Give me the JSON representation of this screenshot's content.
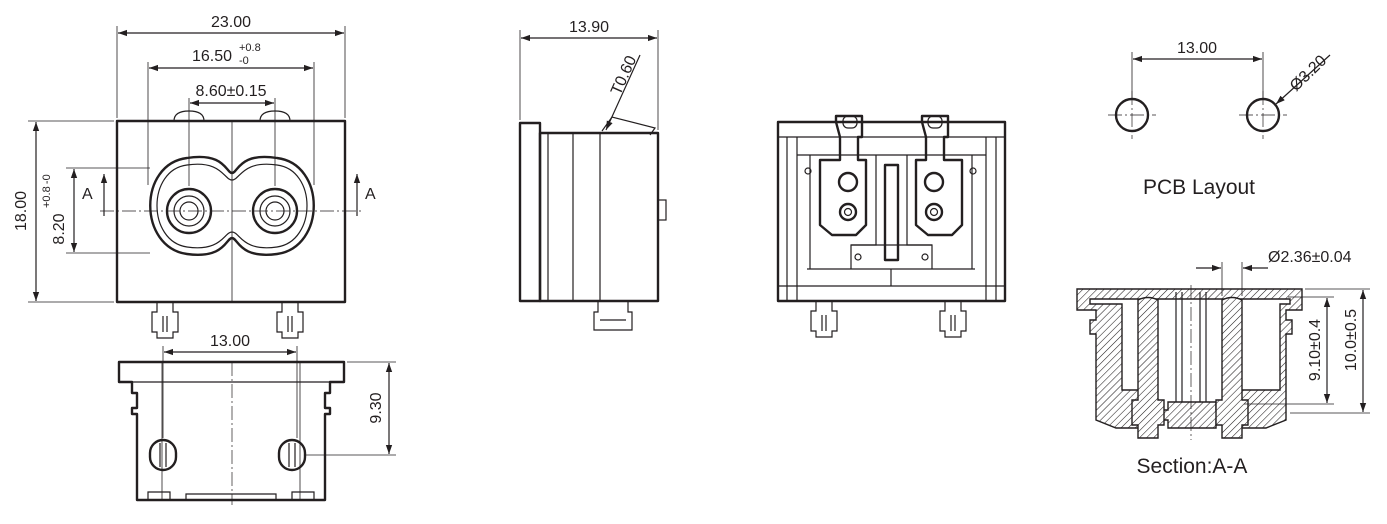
{
  "front_view": {
    "width": "23.00",
    "inner_width": "16.50",
    "inner_width_tol_plus": "+0.8",
    "inner_width_tol_minus": "-0",
    "pin_pitch": "8.60±0.15",
    "height": "18.00",
    "inner_height": "8.20",
    "inner_height_tol": "+0.8 -0",
    "section_mark_left": "A",
    "section_mark_right": "A"
  },
  "bottom_view": {
    "pin_spacing": "13.00",
    "depth": "9.30"
  },
  "side_view": {
    "depth": "13.90",
    "thickness": "T0.60"
  },
  "pcb_layout": {
    "hole_spacing": "13.00",
    "hole_diameter": "Ø3.20",
    "title": "PCB Layout"
  },
  "section_view": {
    "pin_diameter": "Ø2.36±0.04",
    "pin_height": "9.10±0.4",
    "overall_height": "10.0±0.5",
    "title": "Section:A-A"
  }
}
